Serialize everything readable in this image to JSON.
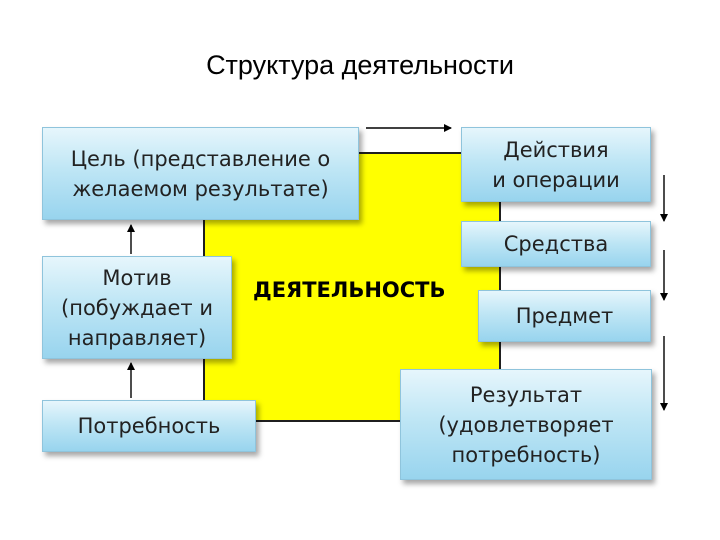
{
  "title": "Структура деятельности",
  "center_label": "ДЕЯТЕЛЬНОСТЬ",
  "boxes": {
    "goal": "Цель (представление о\nжелаемом результате)",
    "motive": "Мотив\n(побуждает и\nнаправляет)",
    "need": "Потребность",
    "actions": "Действия\nи операции",
    "means": "Средства",
    "object": "Предмет",
    "result": "Результат\n(удовлетворяет\nпотребность)"
  }
}
